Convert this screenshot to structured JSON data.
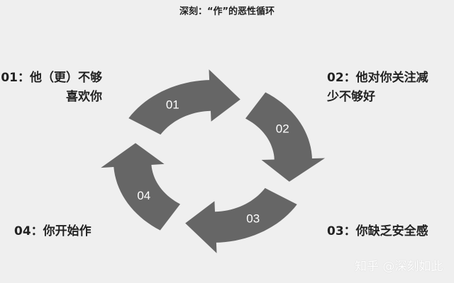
{
  "title": "深刻：“作”的恶性循环",
  "steps": [
    {
      "num": "01",
      "line1": "01：他（更）不够",
      "line2": "喜欢你"
    },
    {
      "num": "02",
      "line1": "02：他对你关注减",
      "line2": "少不够好"
    },
    {
      "num": "03",
      "line1": "03：你缺乏安全感",
      "line2": ""
    },
    {
      "num": "04",
      "line1": "04：你开始作",
      "line2": ""
    }
  ],
  "watermark": "知乎 @深刻如此",
  "colors": {
    "arrow": "#666666",
    "background": "#efefef",
    "text": "#222222"
  }
}
